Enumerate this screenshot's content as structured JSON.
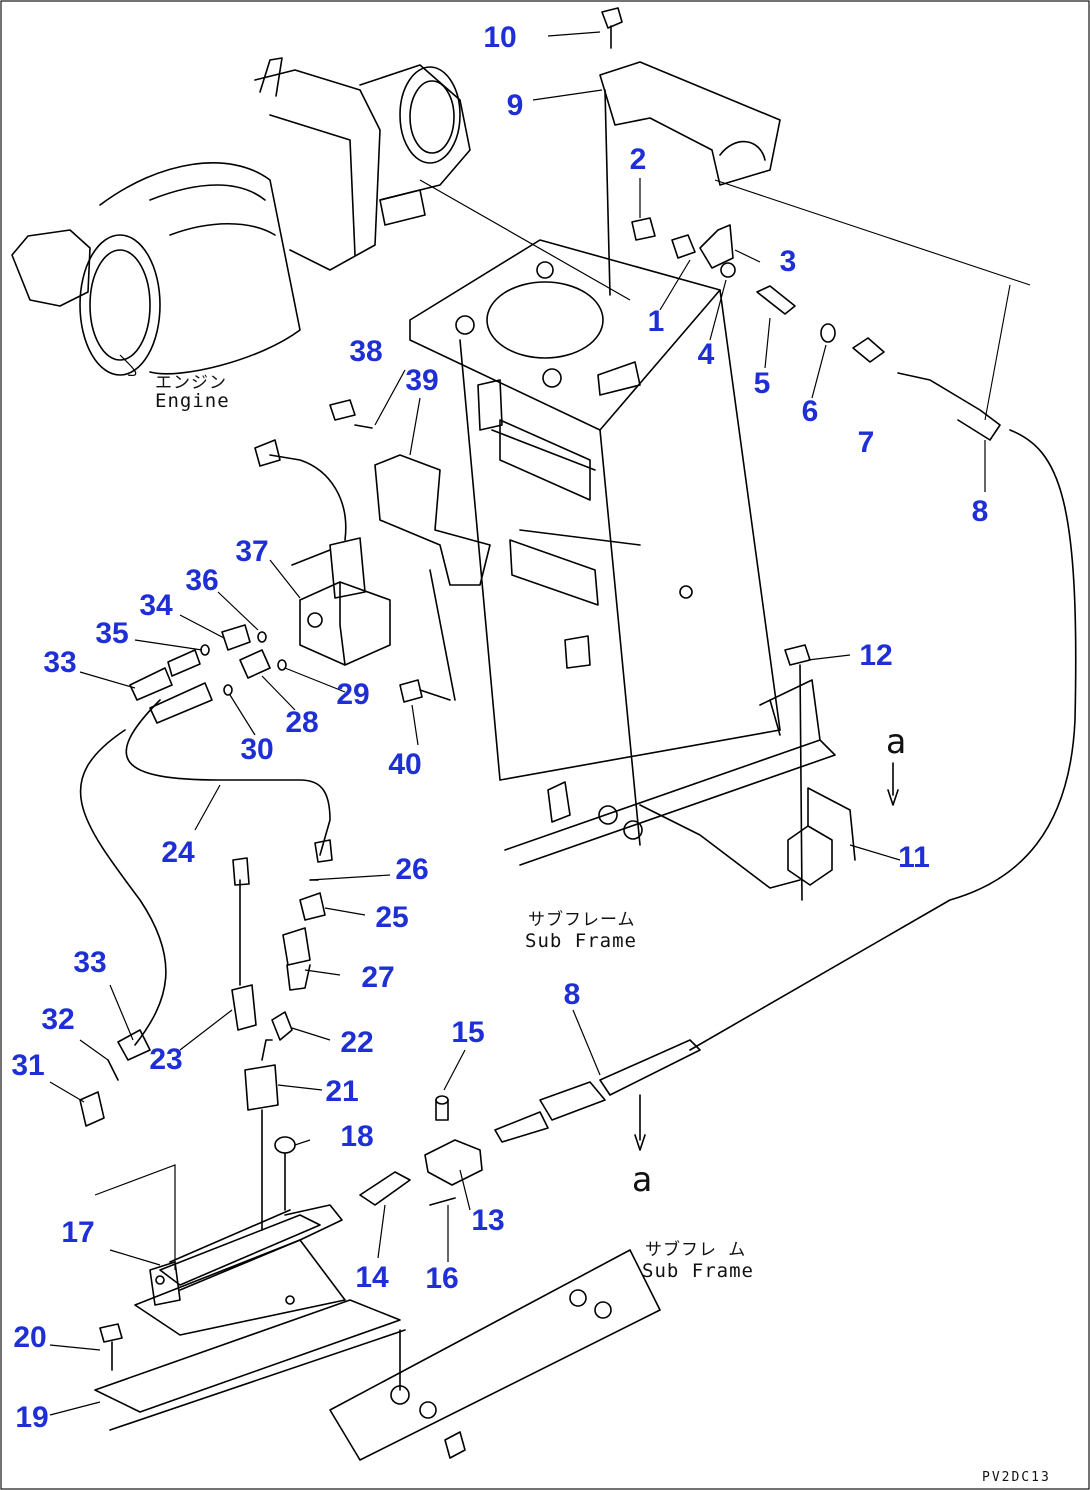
{
  "diagram": {
    "callouts": {
      "c1": "1",
      "c2": "2",
      "c3": "3",
      "c4": "4",
      "c5": "5",
      "c6": "6",
      "c7": "7",
      "c8a": "8",
      "c8b": "8",
      "c9": "9",
      "c10": "10",
      "c11": "11",
      "c12": "12",
      "c13": "13",
      "c14": "14",
      "c15": "15",
      "c16": "16",
      "c17": "17",
      "c18": "18",
      "c19": "19",
      "c20": "20",
      "c21": "21",
      "c22": "22",
      "c23": "23",
      "c24": "24",
      "c25": "25",
      "c26": "26",
      "c27": "27",
      "c28": "28",
      "c29": "29",
      "c30": "30",
      "c31": "31",
      "c32": "32",
      "c33a": "33",
      "c33b": "33",
      "c34": "34",
      "c35": "35",
      "c36": "36",
      "c37": "37",
      "c38": "38",
      "c39": "39",
      "c40": "40"
    },
    "labels": {
      "engine_jp": "エンジン",
      "engine_en": "Engine",
      "subframe1_jp": "サブフレーム",
      "subframe1_en": "Sub Frame",
      "subframe2_jp": "サブフレ ム",
      "subframe2_en": "Sub Frame",
      "ref_a_top": "a",
      "ref_a_bottom": "a",
      "drawing_code": "PV2DC13"
    },
    "callout_color": "#1f2fd6"
  }
}
